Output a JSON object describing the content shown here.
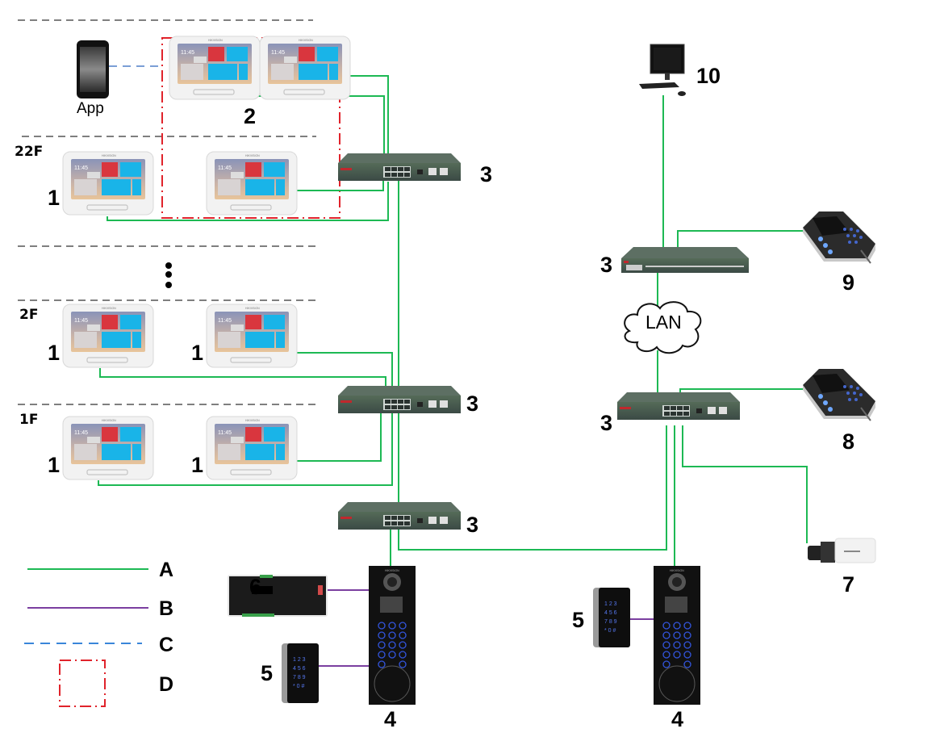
{
  "diagram": {
    "colors": {
      "line_a": "#1db954",
      "line_b": "#7b3fa0",
      "line_c": "#3a86d9",
      "box_d": "#e0232b",
      "floor_divider": "#333333"
    },
    "floors": [
      {
        "label": "22F"
      },
      {
        "label": "2F"
      },
      {
        "label": "1F"
      }
    ],
    "ellipsis": "⋮",
    "app_label": "App",
    "lan_label": "LAN",
    "device_numbers": {
      "indoor_station": "1",
      "indoor_group": "2",
      "switch": "3",
      "door_station": "4",
      "card_reader": "5",
      "controller": "6",
      "camera": "7",
      "master_station_8": "8",
      "master_station_9": "9",
      "pc_client": "10"
    },
    "legend": [
      {
        "key": "A",
        "style": "solid",
        "color": "#1db954"
      },
      {
        "key": "B",
        "style": "solid",
        "color": "#7b3fa0"
      },
      {
        "key": "C",
        "style": "dashed",
        "color": "#3a86d9"
      },
      {
        "key": "D",
        "style": "dash-dot-box",
        "color": "#e0232b"
      }
    ]
  }
}
